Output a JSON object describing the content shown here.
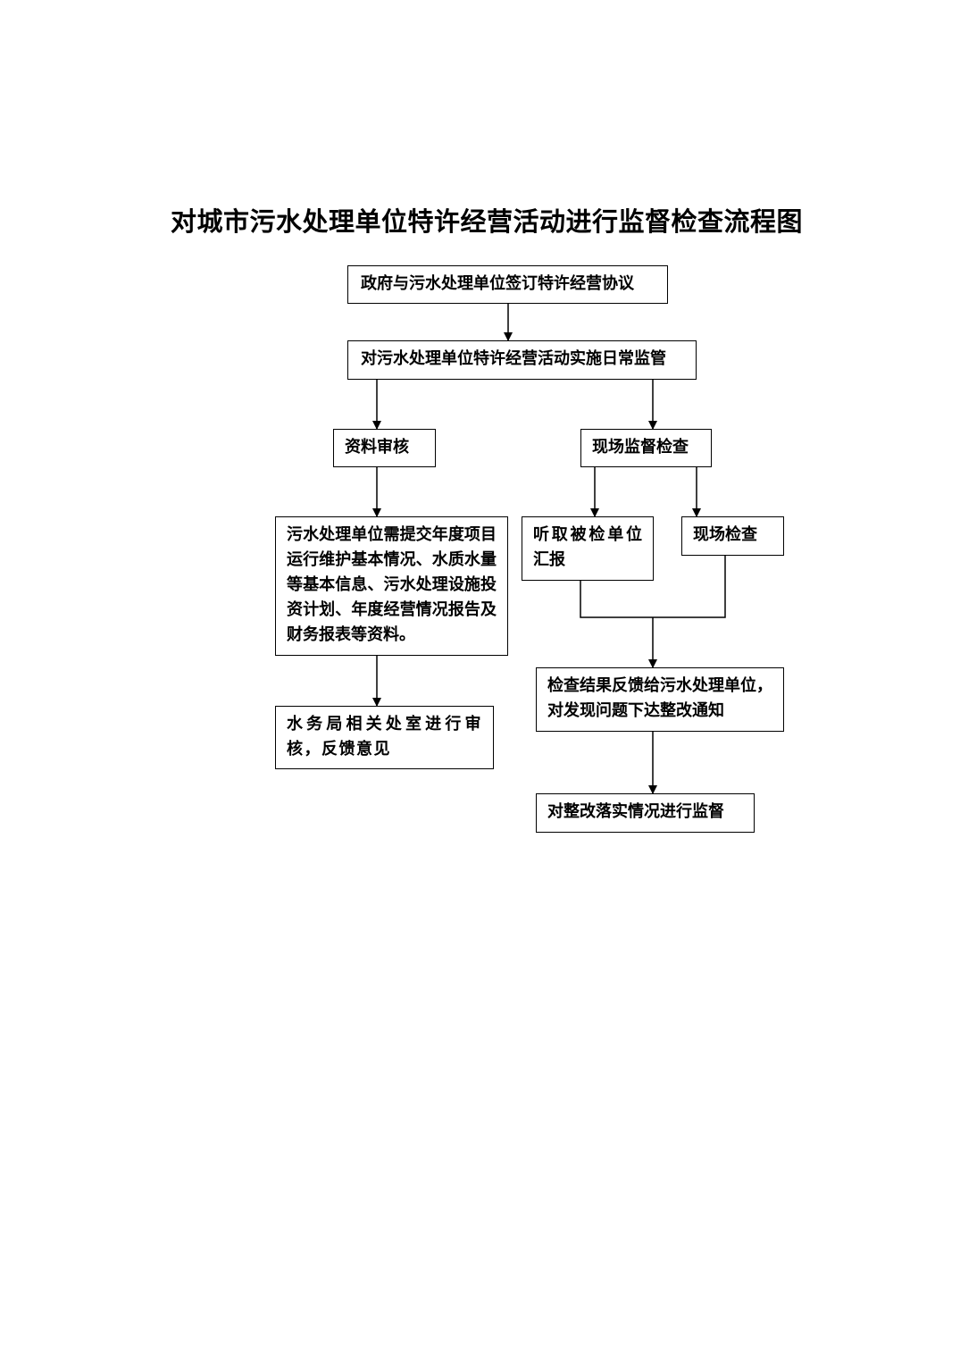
{
  "title": "对城市污水处理单位特许经营活动进行监督检查流程图",
  "nodes": {
    "agreement": "政府与污水处理单位签订特许经营协议",
    "daily_supervision": "对污水处理单位特许经营活动实施日常监管",
    "document_review": "资料审核",
    "onsite_supervision": "现场监督检查",
    "submit_materials": "污水处理单位需提交年度项目运行维护基本情况、水质水量等基本信息、污水处理设施投资计划、年度经营情况报告及财务报表等资料。",
    "bureau_review": "水务局相关处室进行审核，反馈意见",
    "hear_report": "听取被检单位汇报",
    "onsite_inspection": "现场检查",
    "feedback_results": "检查结果反馈给污水处理单位，对发现问题下达整改通知",
    "rectification_supervision": "对整改落实情况进行监督"
  }
}
